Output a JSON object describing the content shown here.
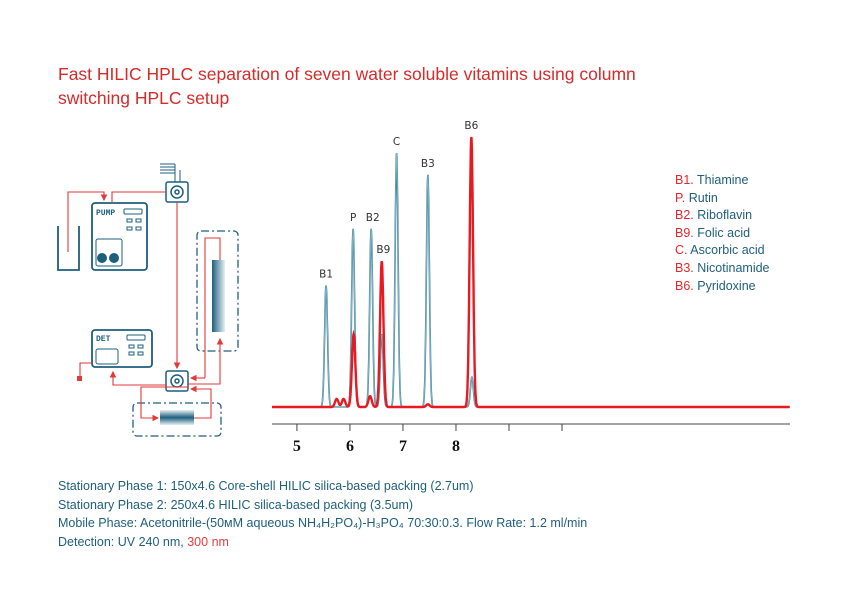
{
  "title": "Fast HILIC HPLC separation of seven water soluble vitamins using column switching HPLC setup",
  "diagram": {
    "pump_label": "PUMP",
    "detector_label": "DET"
  },
  "legend": [
    {
      "code": "B1.",
      "name": "Thiamine"
    },
    {
      "code": "P.",
      "name": "Rutin"
    },
    {
      "code": "B2.",
      "name": "Riboflavin"
    },
    {
      "code": "B9.",
      "name": "Folic acid"
    },
    {
      "code": "C.",
      "name": "Ascorbic acid"
    },
    {
      "code": "B3.",
      "name": "Nicotinamide"
    },
    {
      "code": "B6.",
      "name": "Pyridoxine"
    }
  ],
  "notes": {
    "line1": "Stationary Phase 1: 150x4.6 Core-shell HILIC silica-based packing (2.7um)",
    "line2": "Stationary Phase 2: 250x4.6 HILIC silica-based packing (3.5um)",
    "line3": "Mobile Phase: Acetonitrile-(50мM aqueous NH₄H₂PO₄)-H₃PO₄ 70:30:0.3. Flow Rate: 1.2 ml/min",
    "detection_prefix": "Detection: UV 240 nm, ",
    "detection_red": "300 nm"
  },
  "chart_data": {
    "type": "line",
    "title": "",
    "xlabel": "",
    "ylabel": "",
    "xlim": [
      4.53,
      14.3
    ],
    "ylim": [
      0,
      100
    ],
    "x_ticks": [
      5,
      6,
      7,
      8,
      9,
      10
    ],
    "x_tick_labels": [
      "5",
      "6",
      "7",
      "8",
      "",
      ""
    ],
    "grid": false,
    "series": [
      {
        "name": "UV 240 nm",
        "color": "#7fb9c9",
        "peaks": [
          {
            "label": "B1",
            "rt": 5.55,
            "height": 45
          },
          {
            "label": "P",
            "rt": 6.06,
            "height": 66
          },
          {
            "label": "B2",
            "rt": 6.4,
            "height": 66
          },
          {
            "label": "B9",
            "rt": 6.6,
            "height": 27
          },
          {
            "label": "C",
            "rt": 6.88,
            "height": 94
          },
          {
            "label": "B3",
            "rt": 7.47,
            "height": 86
          },
          {
            "label": "B6",
            "rt": 8.3,
            "height": 11
          }
        ]
      },
      {
        "name": "UV 300 nm",
        "color": "#e8191f",
        "peaks": [
          {
            "label": "",
            "rt": 5.75,
            "height": 3
          },
          {
            "label": "",
            "rt": 5.88,
            "height": 3
          },
          {
            "label": "P",
            "rt": 6.07,
            "height": 27
          },
          {
            "label": "B2",
            "rt": 6.38,
            "height": 4
          },
          {
            "label": "B9",
            "rt": 6.6,
            "height": 54
          },
          {
            "label": "",
            "rt": 7.47,
            "height": 1
          },
          {
            "label": "B6",
            "rt": 8.29,
            "height": 100
          }
        ]
      }
    ],
    "peak_labels": [
      {
        "text": "B1",
        "rt": 5.55,
        "height": 45
      },
      {
        "text": "P",
        "rt": 6.06,
        "height": 66
      },
      {
        "text": "B2",
        "rt": 6.43,
        "height": 66
      },
      {
        "text": "B9",
        "rt": 6.63,
        "height": 54
      },
      {
        "text": "C",
        "rt": 6.88,
        "height": 94
      },
      {
        "text": "B3",
        "rt": 7.47,
        "height": 86
      },
      {
        "text": "B6",
        "rt": 8.29,
        "height": 100
      }
    ]
  }
}
